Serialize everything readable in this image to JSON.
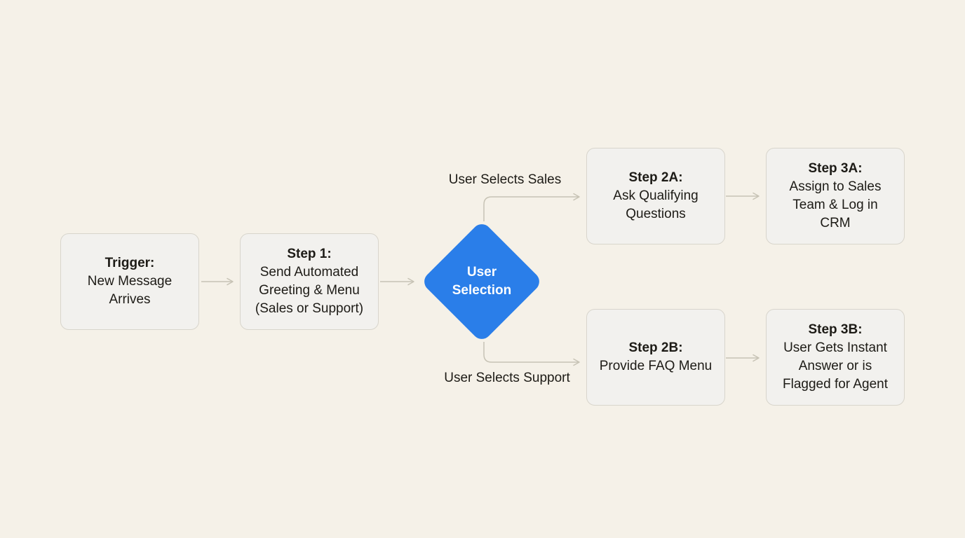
{
  "diagram": {
    "type": "flowchart",
    "background_color": "#f5f1e8",
    "node_fill_color": "#f2f1ee",
    "node_border_color": "#d8d5cc",
    "decision_fill_color": "#2a7ee9",
    "connector_color": "#c7c3b5",
    "text_color": "#1d1b16",
    "nodes": {
      "trigger": {
        "title": "Trigger:",
        "body": "New Message Arrives"
      },
      "step1": {
        "title": "Step 1:",
        "body": "Send Automated Greeting & Menu (Sales or Support)"
      },
      "decision": {
        "label": "User Selection"
      },
      "step2a": {
        "title": "Step 2A:",
        "body": "Ask Qualifying Questions"
      },
      "step3a": {
        "title": "Step 3A:",
        "body": "Assign to Sales Team & Log in CRM"
      },
      "step2b": {
        "title": "Step 2B:",
        "body": "Provide FAQ Menu"
      },
      "step3b": {
        "title": "Step 3B:",
        "body": "User Gets Instant Answer or is Flagged for Agent"
      }
    },
    "edge_labels": {
      "sales": "User Selects Sales",
      "support": "User Selects Support"
    }
  }
}
